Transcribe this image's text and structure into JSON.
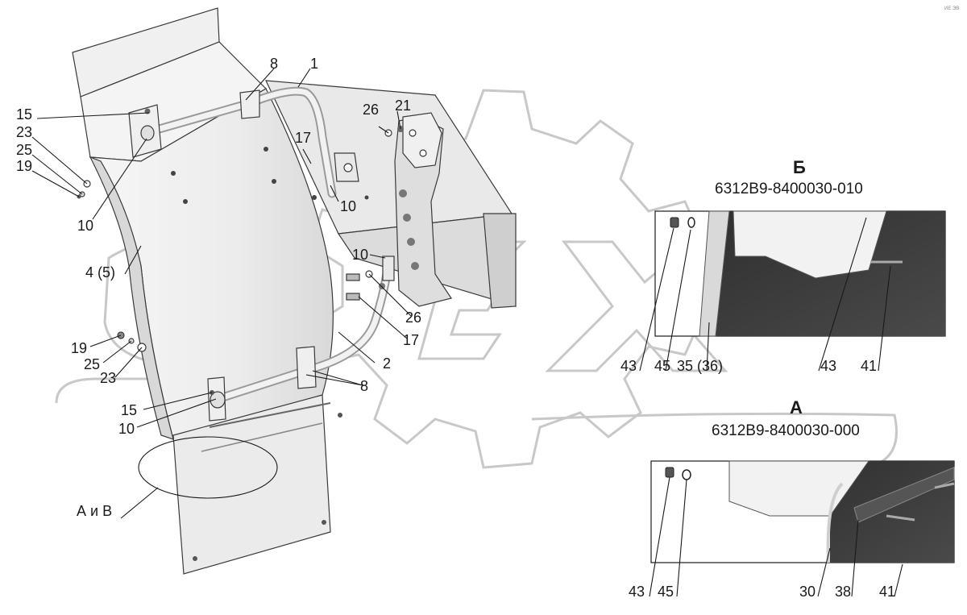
{
  "corner_note": "ИЕ.ЭВ",
  "callouts": {
    "c1": "1",
    "c2": "2",
    "c4_5": "4 (5)",
    "c8_top": "8",
    "c8_bottom": "8",
    "c10_left": "10",
    "c10_bracket": "10",
    "c10_mid": "10",
    "c10_bottom": "10",
    "c15_top": "15",
    "c15_bottom": "15",
    "c17_top": "17",
    "c17_bottom": "17",
    "c19_top": "19",
    "c19_bottom": "19",
    "c21": "21",
    "c23_top": "23",
    "c23_bottom": "23",
    "c25_top": "25",
    "c25_bottom": "25",
    "c26_top": "26",
    "c26_bottom": "26",
    "c_aib": "А и В"
  },
  "view_b": {
    "letter": "Б",
    "code": "6312В9-8400030-010",
    "labels": {
      "l43a": "43",
      "l45": "45",
      "l35_36": "35 (36)",
      "l43b": "43",
      "l41": "41"
    }
  },
  "view_a": {
    "letter": "А",
    "code": "6312В9-8400030-000",
    "labels": {
      "l43": "43",
      "l45": "45",
      "l30": "30",
      "l38": "38",
      "l41": "41"
    }
  },
  "colors": {
    "line": "#1a1a1a",
    "part_fill": "#ececec",
    "part_shade": "#d2d2d2",
    "detail_dark": "#3c3c3c",
    "watermark": "#c8c8c8"
  }
}
